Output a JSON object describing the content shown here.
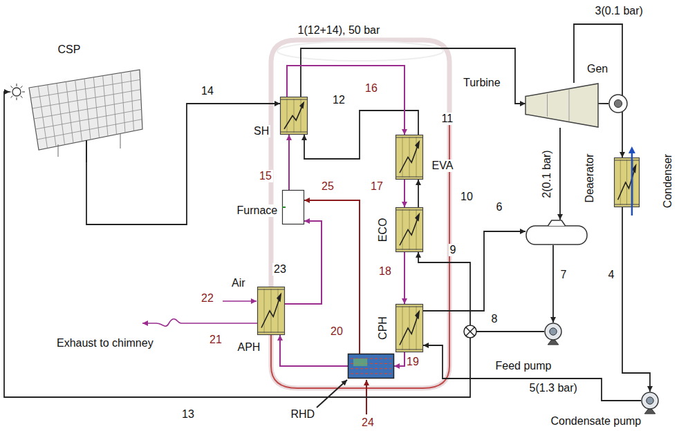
{
  "diagram": {
    "nodes": [
      {
        "text": [
          "CSP"
        ]
      },
      {
        "text": [
          "SH"
        ]
      },
      {
        "text": [
          "Turbine"
        ]
      },
      {
        "text": [
          "Gen"
        ]
      },
      {
        "text": [
          "EVA"
        ]
      },
      {
        "text": [
          "Furnace"
        ]
      },
      {
        "text": [
          "ECO"
        ]
      },
      {
        "text": [
          "Deaerator"
        ]
      },
      {
        "text": [
          "Condenser"
        ]
      },
      {
        "text": [
          "APH"
        ]
      },
      {
        "text": [
          "CPH"
        ]
      },
      {
        "text": [
          "Feed pump"
        ]
      },
      {
        "text": [
          "RHD"
        ]
      },
      {
        "text": [
          "Condensate pump"
        ]
      }
    ],
    "edges": [
      {
        "from": 0,
        "to": 1,
        "arrow": "to"
      },
      {
        "from": 1,
        "to": 2,
        "arrow": "to"
      },
      {
        "from": 4,
        "to": 1,
        "arrow": "to"
      },
      {
        "from": 6,
        "to": 4,
        "arrow": "to"
      },
      {
        "from": 2,
        "to": 3,
        "arrow": "none"
      },
      {
        "from": 2,
        "to": 7,
        "arrow": "to"
      },
      {
        "from": 2,
        "to": 8,
        "arrow": "to"
      },
      {
        "from": 8,
        "to": 13,
        "arrow": "to"
      },
      {
        "from": 13,
        "to": 10,
        "arrow": "to"
      },
      {
        "from": 10,
        "to": 7,
        "arrow": "to"
      },
      {
        "from": 7,
        "to": 11,
        "arrow": "to"
      },
      {
        "from": 11,
        "to": 6,
        "arrow": "to"
      },
      {
        "from": 11,
        "to": 0,
        "arrow": "to"
      },
      {
        "from": 5,
        "to": 1,
        "arrow": "to"
      },
      {
        "from": 1,
        "to": 4,
        "arrow": "to"
      },
      {
        "from": 4,
        "to": 6,
        "arrow": "to"
      },
      {
        "from": 6,
        "to": 10,
        "arrow": "to"
      },
      {
        "from": 10,
        "to": 12,
        "arrow": "to"
      },
      {
        "from": 12,
        "to": 9,
        "arrow": "to"
      },
      {
        "from": 9,
        "to": 5,
        "arrow": "to"
      },
      {
        "from": 12,
        "to": 5,
        "arrow": "to"
      }
    ],
    "labels": [
      "1(12+14), 50 bar",
      "3(0.1 bar)",
      "14",
      "12",
      "16",
      "11",
      "15",
      "25",
      "17",
      "10",
      "2(0.1 bar)",
      "6",
      "9",
      "18",
      "23",
      "Air",
      "22",
      "8",
      "7",
      "4",
      "21",
      "Exhaust to chimney",
      "20",
      "19",
      "5(1.3 bar)",
      "13",
      "24"
    ]
  }
}
